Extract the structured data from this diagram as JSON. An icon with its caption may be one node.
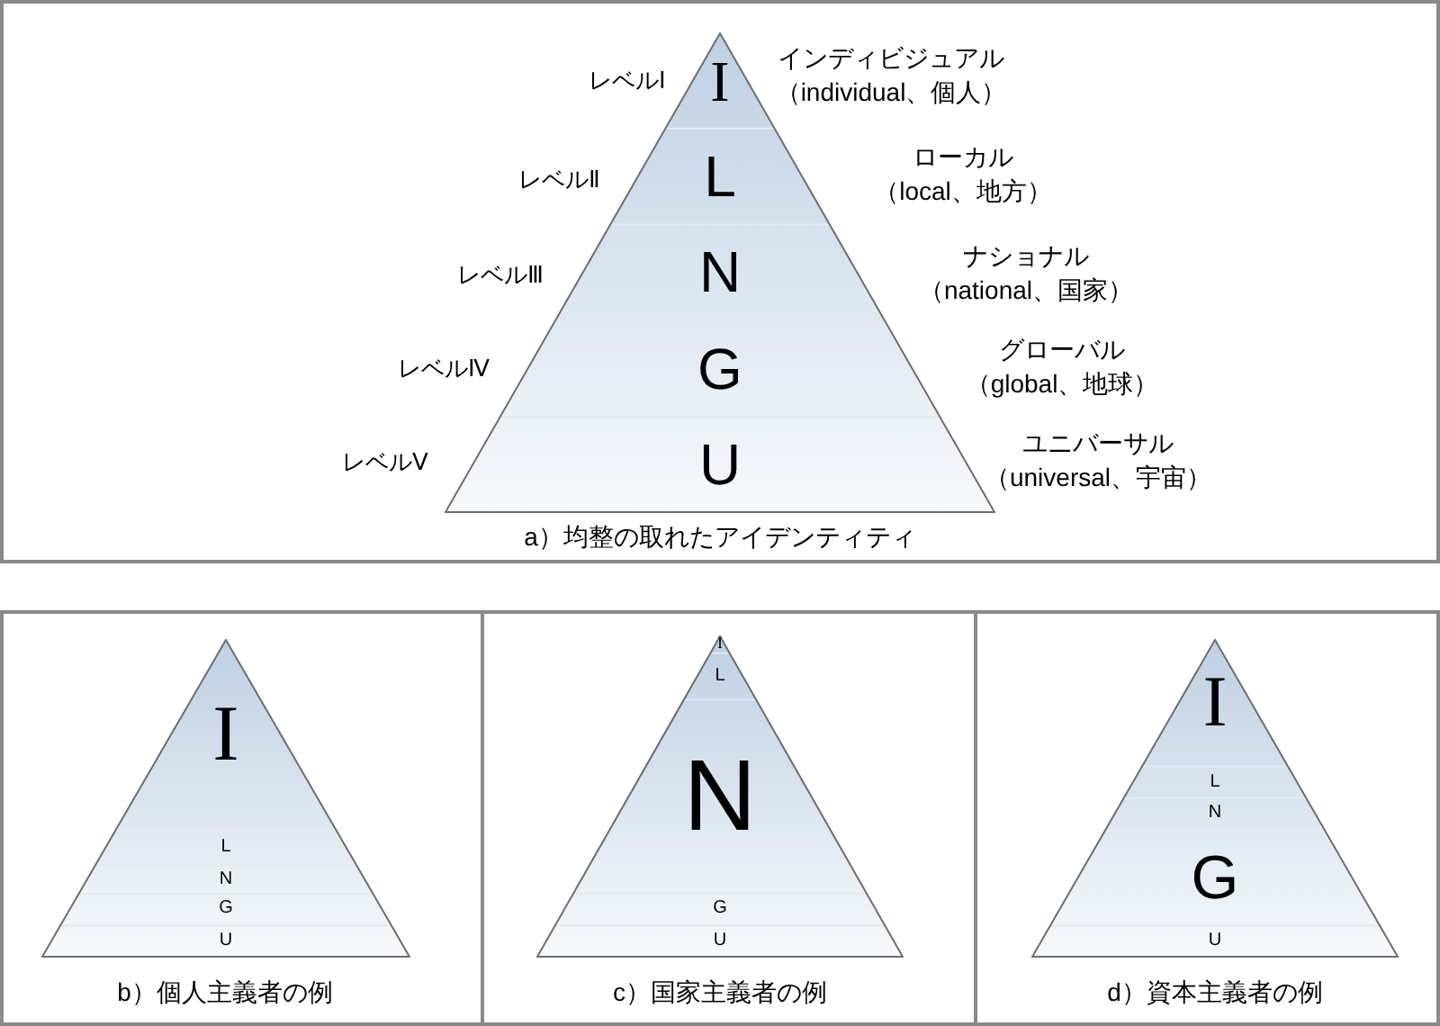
{
  "diagram": {
    "nodes": [
      {
        "text": [
          "I",
          "L",
          "N",
          "G",
          "U"
        ],
        "beside": [
          "a）均整の取れたアイデンティティ"
        ]
      },
      {
        "text": [
          "I",
          "L",
          "N",
          "G",
          "U"
        ],
        "beside": [
          "b）個人主義者の例"
        ]
      },
      {
        "text": [
          "I",
          "L",
          "N",
          "G",
          "U"
        ],
        "beside": [
          "c）国家主義者の例"
        ]
      },
      {
        "text": [
          "I",
          "L",
          "N",
          "G",
          "U"
        ],
        "beside": [
          "d）資本主義者の例"
        ]
      }
    ],
    "labels": [
      "レベルⅠ",
      "インディビジュアル（individual、個人）",
      "レベルⅡ",
      "ローカル（local、地方）",
      "レベルⅢ",
      "ナショナル（national、国家）",
      "レベルⅣ",
      "グローバル（global、地球）",
      "レベルⅤ",
      "ユニバーサル（universal、宇宙）"
    ]
  }
}
